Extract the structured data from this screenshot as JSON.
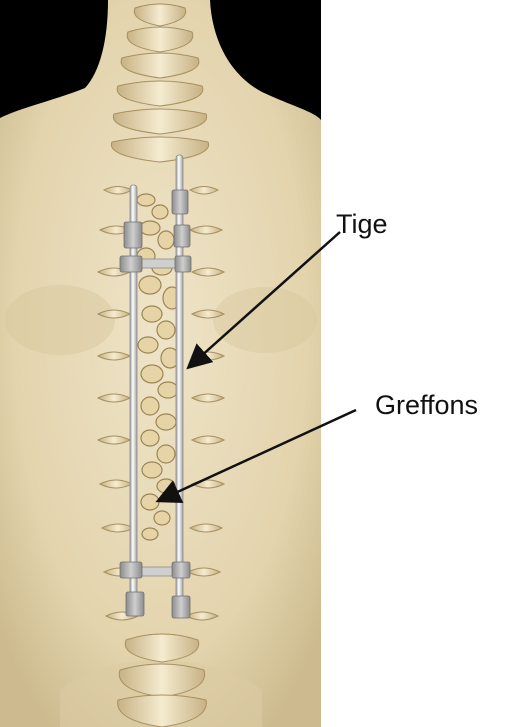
{
  "labels": {
    "rod": "Tige",
    "grafts": "Greffons"
  },
  "colors": {
    "background_dark": "#000000",
    "skin": "#e9ddbf",
    "skin_shadow": "#d4c49d",
    "bone": "#f1e6c8",
    "bone_shadow": "#b9a57a",
    "rod": "#f4f4f4",
    "rod_edge": "#9a9a9a",
    "screw_block": "#a9a9a9",
    "graft": "#e6d3a6",
    "graft_edge": "#9c8555",
    "arrow": "#111111"
  },
  "icons": [
    "spine-illustration",
    "rod-implant",
    "bone-graft-chips",
    "pointer-arrow"
  ]
}
